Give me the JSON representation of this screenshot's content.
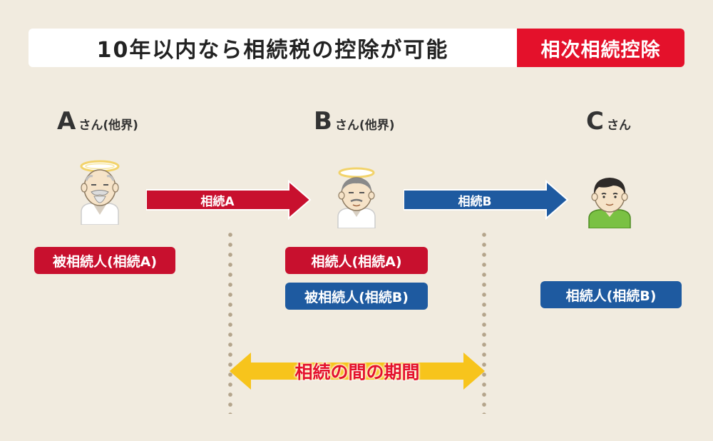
{
  "header": {
    "title": "10年以内なら相続税の控除が可能",
    "badge": "相次相続控除"
  },
  "persons": {
    "a": {
      "letter": "A",
      "suffix": "さん(他界)"
    },
    "b": {
      "letter": "B",
      "suffix": "さん(他界)"
    },
    "c": {
      "letter": "C",
      "suffix": "さん"
    }
  },
  "arrows": {
    "inheritance_a": "相続A",
    "inheritance_b": "相続B"
  },
  "roles": {
    "a_decedent": "被相続人(相続A)",
    "b_heir": "相続人(相続A)",
    "b_decedent": "被相続人(相続B)",
    "c_heir": "相続人(相続B)"
  },
  "period": {
    "label": "相続の間の期間"
  },
  "colors": {
    "red": "#c8102e",
    "blue": "#1e5aa0",
    "yellow": "#f7c41c",
    "background": "#f1ebdf"
  }
}
